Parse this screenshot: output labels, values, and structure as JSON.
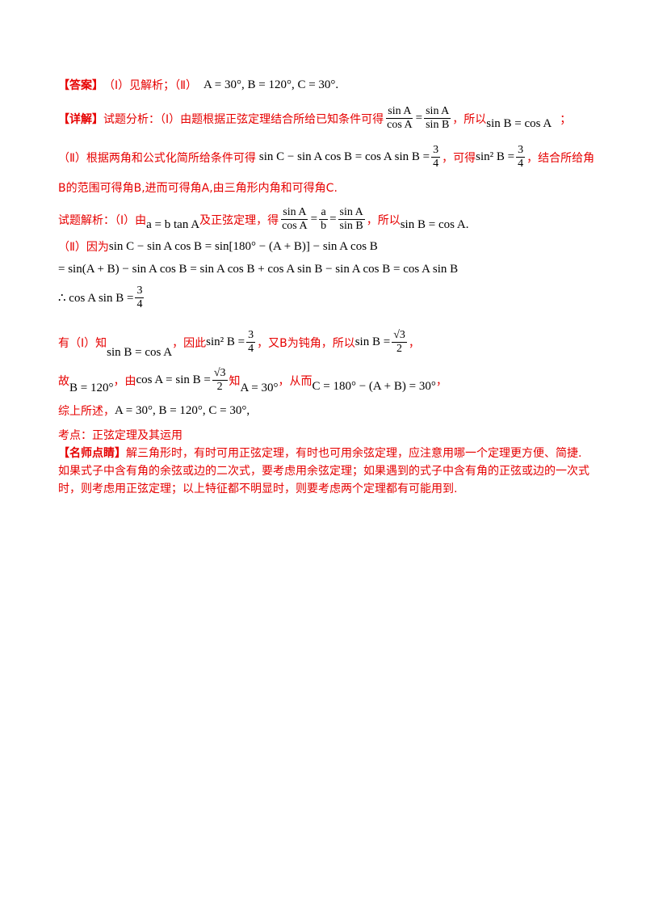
{
  "answer": {
    "label": "【答案】",
    "part1": "（Ⅰ）见解析；（Ⅱ）",
    "math": "A = 30°, B = 120°, C = 30°."
  },
  "detail": {
    "label": "【详解】",
    "intro": "试题分析：（Ⅰ）由题根据正弦定理结合所给已知条件可得",
    "frac1_num": "sin A",
    "frac1_den": "cos A",
    "frac2_num": "sin A",
    "frac2_den": "sin B",
    "sep": "，所以",
    "result": "sin B = cos A",
    "end": "；"
  },
  "part2": {
    "text1": "（Ⅱ）根据两角和公式化简所给条件可得",
    "math1": "sin C − sin A cos B = cos A sin B =",
    "frac_num": "3",
    "frac_den": "4",
    "text2": "，可得",
    "math2": "sin² B =",
    "text3": "，结合所给角",
    "text4": "B的范围可得角B,进而可得角A,由三角形内角和可得角C."
  },
  "solution": {
    "label": "试题解析：（Ⅰ）由",
    "math1": "a = b tan A",
    "text1": "及正弦定理，得",
    "f1n": "sin A",
    "f1d": "cos A",
    "f2n": "a",
    "f2d": "b",
    "f3n": "sin A",
    "f3d": "sin B",
    "text2": "，所以",
    "math2": "sin B = cos A."
  },
  "part2_solution": {
    "label": "（Ⅱ）因为",
    "line1": "sin C − sin A cos B = sin[180° − (A + B)] − sin A cos B",
    "line2": "= sin(A + B) − sin A cos B = sin A cos B + cos A sin B − sin A cos B = cos A sin B",
    "line3": "∴ cos A sin B =",
    "f_num": "3",
    "f_den": "4"
  },
  "conclusion": {
    "t1": "有（Ⅰ）知",
    "m1": "sin B = cos A",
    "t2": "，因此",
    "m2": "sin² B =",
    "f_num": "3",
    "f_den": "4",
    "t3": "，又B为钝角，所以",
    "m3": "sin B =",
    "f2_num": "√3",
    "f2_den": "2",
    "t4": "，"
  },
  "conclusion2": {
    "t1": "故",
    "m1": "B = 120°",
    "t2": "，由",
    "m2": "cos A = sin B =",
    "f_num": "√3",
    "f_den": "2",
    "t3": "知",
    "m3": "A = 30°",
    "t4": "，从而",
    "m4": "C = 180° − (A + B) = 30°",
    "t5": "，"
  },
  "summary": {
    "t1": "综上所述，",
    "m1": "A = 30°, B = 120°, C = 30°,"
  },
  "kaodian": "考点：正弦定理及其运用",
  "tips": {
    "label": "【名师点睛】",
    "text": "解三角形时，有时可用正弦定理，有时也可用余弦定理，应注意用哪一个定理更方便、简捷.如果式子中含有角的余弦或边的二次式，要考虑用余弦定理；如果遇到的式子中含有角的正弦或边的一次式时，则考虑用正弦定理；以上特征都不明显时，则要考虑两个定理都有可能用到."
  }
}
